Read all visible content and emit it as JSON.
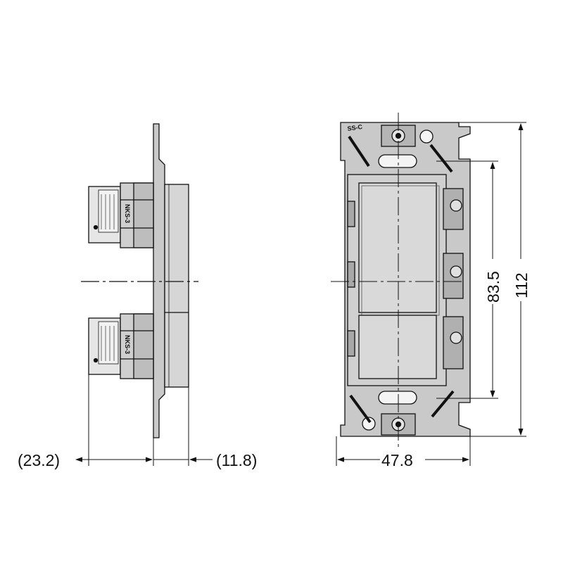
{
  "dimensions": {
    "side_left": "(23.2)",
    "side_right": "(11.8)",
    "front_width": "47.8",
    "front_inner_height": "83.5",
    "front_total_height": "112"
  },
  "labels": {
    "module_model_top": "NKS-3",
    "module_model_bottom": "NKS-3",
    "frame_mark": "SS-C"
  },
  "colors": {
    "line": "#111111",
    "fill_metal": "#c9c9c9",
    "fill_module": "#d9d9d9",
    "fill_dark": "#9a9a9a",
    "fill_body": "#e6e6e6"
  }
}
